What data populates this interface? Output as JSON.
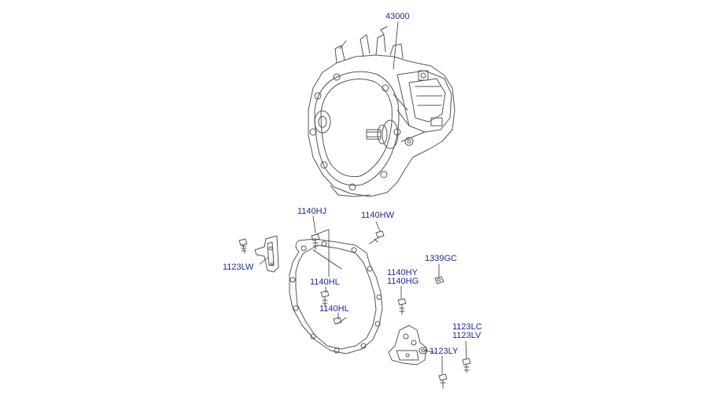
{
  "colors": {
    "callout_text": "#1a2a9c",
    "line_art": "#555555",
    "leader_line": "#333333",
    "background": "#ffffff"
  },
  "callouts": {
    "transaxle": "43000",
    "bolt_1140hj": "1140HJ",
    "bolt_1140hw": "1140HW",
    "bracket_1123lw": "1123LW",
    "bolt_1140hl_upper": "1140HL",
    "bolt_1140hl_lower": "1140HL",
    "bolt_1140hy": "1140HY",
    "bolt_1140hg": "1140HG",
    "nut_1339gc": "1339GC",
    "bolt_1123lc": "1123LC",
    "bolt_1123lv": "1123LV",
    "bolt_1123ly": "1123LY"
  }
}
